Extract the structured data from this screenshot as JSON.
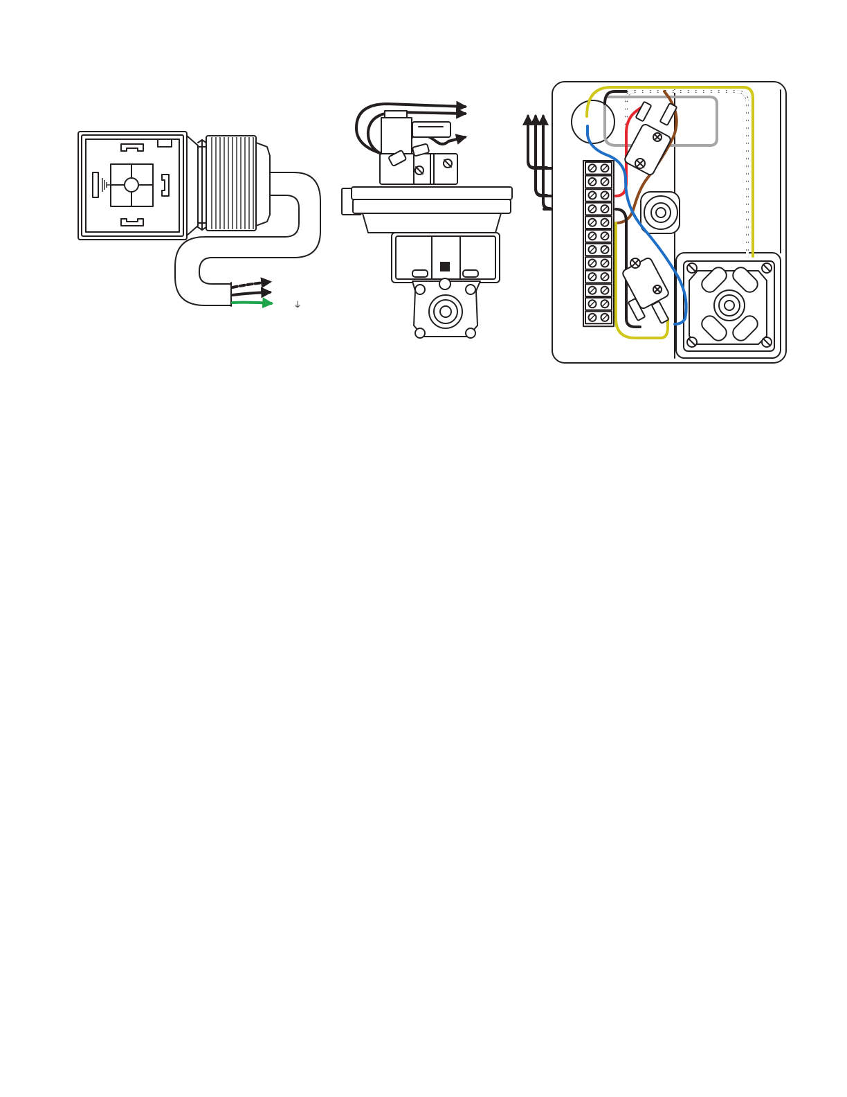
{
  "diagram": {
    "panels": [
      {
        "id": "connector",
        "description_name": "solenoid-valve-plug-connector"
      },
      {
        "id": "switch",
        "description_name": "pressure-switch"
      },
      {
        "id": "terminal-box",
        "description_name": "terminal-box"
      }
    ],
    "ground_symbol": "⏚",
    "wire_colors": {
      "black": "#231f20",
      "green": "#1ea44a",
      "red": "#e8262d",
      "blue": "#1f6fc6",
      "brown": "#8b4a1d",
      "yellow": "#cfc81a",
      "grey": "#a6a6a6"
    },
    "terminal_block": {
      "positions": 12
    }
  }
}
